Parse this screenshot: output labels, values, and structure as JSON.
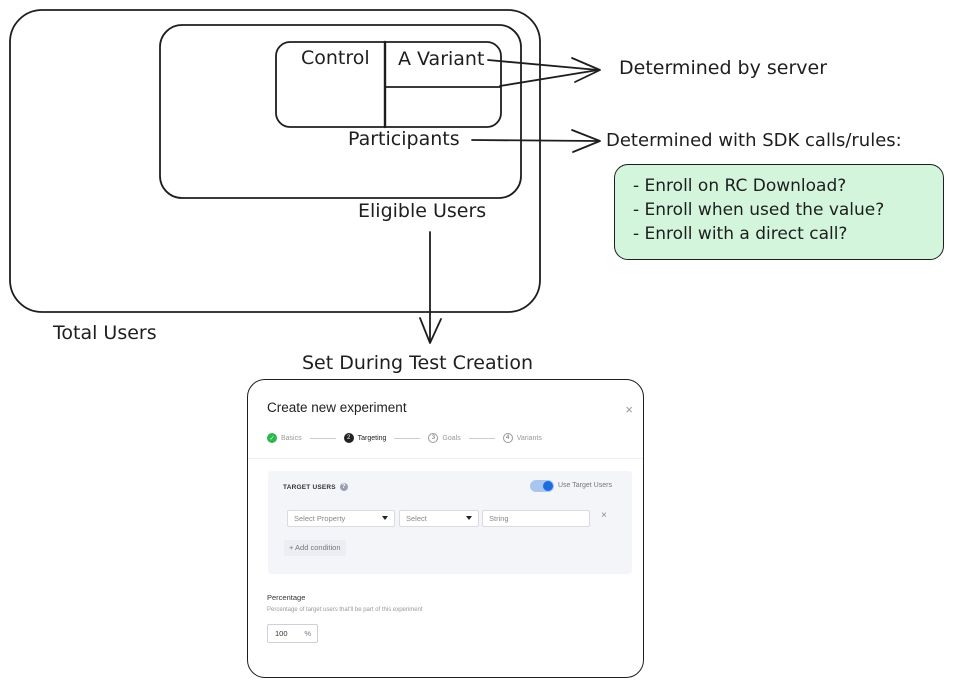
{
  "labels": {
    "control": "Control",
    "a_variant": "A Variant",
    "participants": "Participants",
    "eligible_users": "Eligible Users",
    "total_users": "Total Users",
    "determined_by_server": "Determined by server",
    "determined_with_sdk": "Determined with SDK calls/rules:",
    "set_during_test_creation": "Set During Test Creation"
  },
  "enroll_options": [
    "- Enroll on RC Download?",
    "- Enroll when used the value?",
    "- Enroll with a direct call?"
  ],
  "modal": {
    "title": "Create new experiment",
    "close": "×",
    "steps": [
      {
        "num": "✓",
        "label": "Basics",
        "state": "done"
      },
      {
        "num": "2",
        "label": "Targeting",
        "state": "active"
      },
      {
        "num": "3",
        "label": "Goals",
        "state": "pending"
      },
      {
        "num": "4",
        "label": "Variants",
        "state": "pending"
      }
    ],
    "target_users_label": "TARGET USERS",
    "help": "?",
    "use_target_users": "Use Target Users",
    "select_property": "Select Property",
    "select": "Select",
    "string": "String",
    "remove": "×",
    "add_condition": "+ Add condition",
    "percentage_label": "Percentage",
    "percentage_desc": "Percentage of target users that'll be part of this experiment",
    "percentage_value": "100",
    "percentage_unit": "%"
  },
  "colors": {
    "green_box_fill": "#d3f5dc",
    "stroke": "#1e1e1e",
    "toggle_on": "#1f6be0",
    "done_green": "#2db84d"
  }
}
